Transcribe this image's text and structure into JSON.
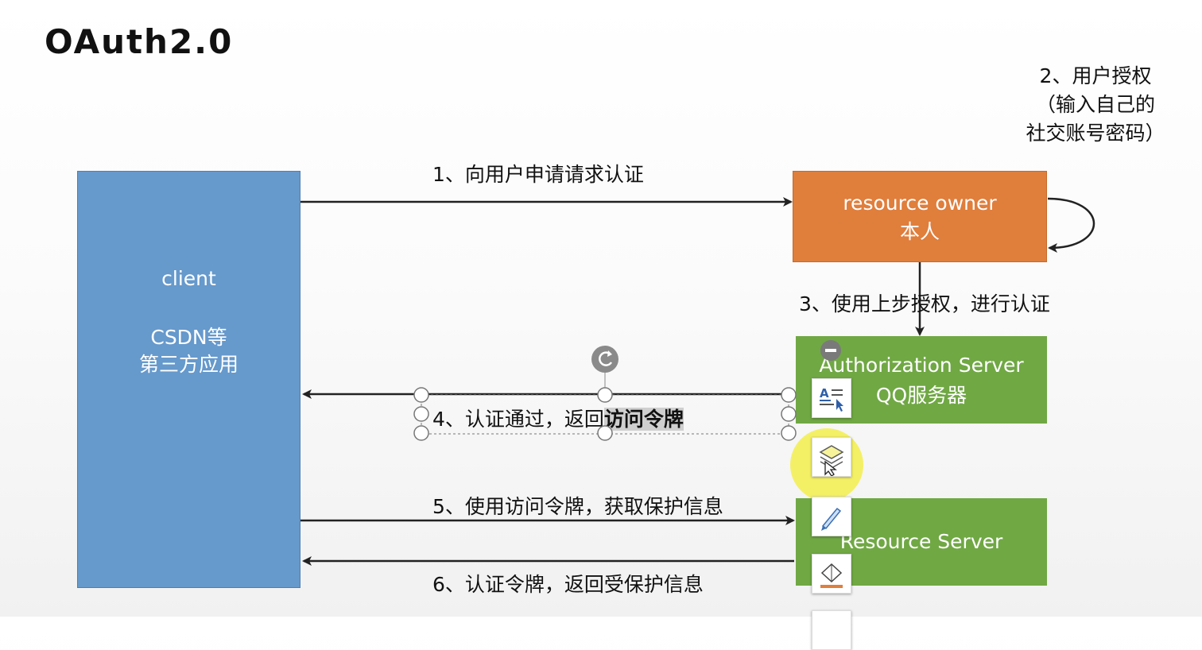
{
  "title": "OAuth2.0",
  "boxes": {
    "client": {
      "line1": "client",
      "line2": "CSDN等",
      "line3": "第三方应用"
    },
    "resource_owner": {
      "line1": "resource owner",
      "line2": "本人"
    },
    "auth_server": {
      "line1": "Authorization Server",
      "line2": "QQ服务器"
    },
    "resource_server": {
      "line1": "Resource Server"
    }
  },
  "steps": {
    "s1": "1、向用户申请请求认证",
    "s2_line1": "2、用户授权",
    "s2_line2": "（输入自己的",
    "s2_line3": "社交账号密码）",
    "s3": "3、使用上步授权，进行认证",
    "s4_prefix": "4、认证通过，返回",
    "s4_highlight": "访问令牌",
    "s5": "5、使用访问令牌，获取保护信息",
    "s6": "6、认证令牌，返回受保护信息"
  },
  "colors": {
    "client": "#6699cc",
    "owner": "#e07e3c",
    "server": "#70a844",
    "cursor_highlight": "#f5ef3a"
  },
  "floating_toolbar": [
    "format-text-icon",
    "layers-icon",
    "pen-style-icon",
    "fill-shape-icon"
  ]
}
